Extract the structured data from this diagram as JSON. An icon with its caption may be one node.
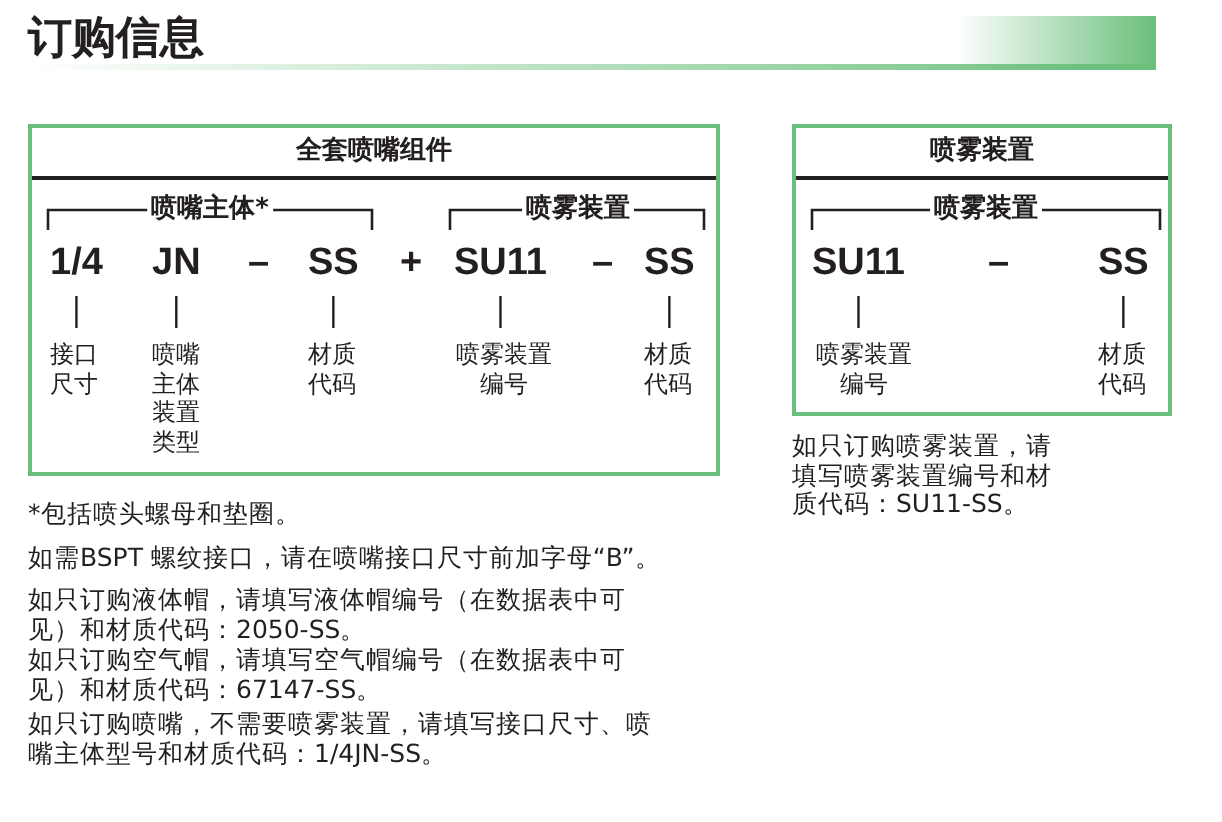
{
  "diagram": {
    "title": "订购信息",
    "nodes": [
      {
        "text": [
          "全套喷嘴组件"
        ]
      },
      {
        "text": [
          "1/4"
        ],
        "in": 0
      },
      {
        "text": [
          "JN"
        ],
        "in": 0
      },
      {
        "text": [
          "SS"
        ],
        "in": 0
      },
      {
        "text": [
          "SU11"
        ],
        "in": 0
      },
      {
        "text": [
          "SS"
        ],
        "in": 0
      },
      {
        "text": [
          "接口尺寸"
        ],
        "in": 0
      },
      {
        "text": [
          "喷嘴主体装置类型"
        ],
        "in": 0
      },
      {
        "text": [
          "材质代码"
        ],
        "in": 0
      },
      {
        "text": [
          "喷雾装置编号"
        ],
        "in": 0
      },
      {
        "text": [
          "材质代码"
        ],
        "in": 0
      },
      {
        "text": [
          "喷雾装置"
        ]
      },
      {
        "text": [
          "SU11"
        ],
        "in": 11
      },
      {
        "text": [
          "SS"
        ],
        "in": 11
      },
      {
        "text": [
          "喷雾装置编号"
        ],
        "in": 11
      },
      {
        "text": [
          "材质代码"
        ],
        "in": 11
      }
    ],
    "edges": [
      {
        "from": 1,
        "to": 6,
        "arrow": "none"
      },
      {
        "from": 2,
        "to": 7,
        "arrow": "none"
      },
      {
        "from": 3,
        "to": 8,
        "arrow": "none"
      },
      {
        "from": 4,
        "to": 9,
        "arrow": "none"
      },
      {
        "from": 5,
        "to": 10,
        "arrow": "none"
      },
      {
        "from": 12,
        "to": 14,
        "arrow": "none"
      },
      {
        "from": 13,
        "to": 15,
        "arrow": "none"
      }
    ],
    "labels": [
      "喷嘴主体*",
      "喷雾装置",
      "–",
      "+",
      "–",
      "喷雾装置",
      "–",
      "*包括喷头螺母和垫圈。",
      "如需BSPT 螺纹接口，请在喷嘴接口尺寸前加字母“B”。",
      "如只订购液体帽，请填写液体帽编号（在数据表中可见）和材质代码：2050-SS。",
      "如只订购空气帽，请填写空气帽编号（在数据表中可见）和材质代码：67147-SS。",
      "如只订购喷嘴，不需要喷雾装置，请填写接口尺寸、喷嘴主体型号和材质代码：1/4JN-SS。",
      "如只订购喷雾装置，请填写喷雾装置编号和材质代码：SU11-SS。"
    ]
  }
}
